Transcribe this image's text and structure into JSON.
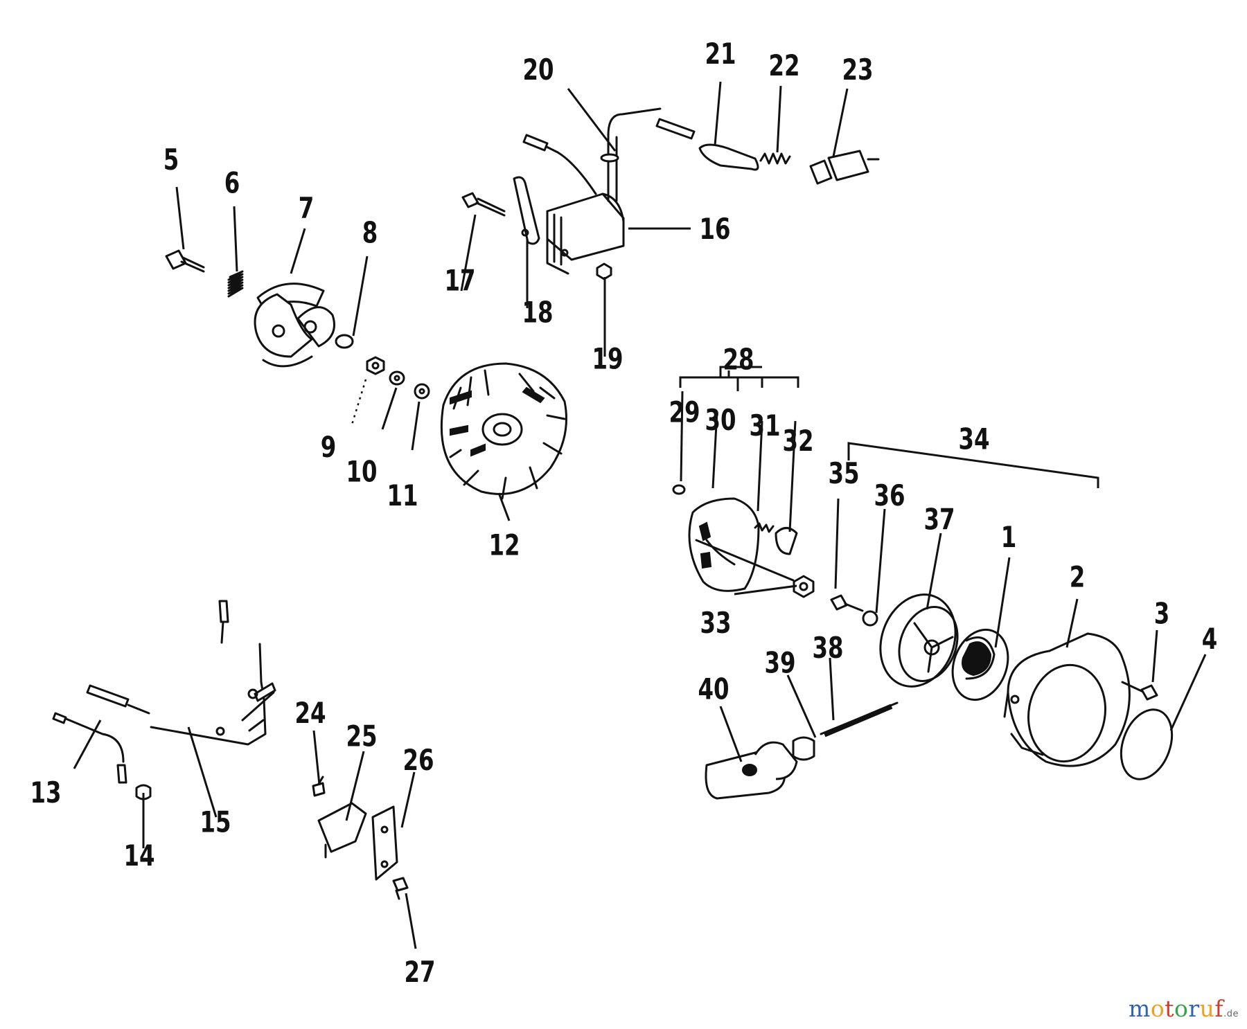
{
  "callouts": [
    "1",
    "2",
    "3",
    "4",
    "5",
    "6",
    "7",
    "8",
    "9",
    "10",
    "11",
    "12",
    "13",
    "14",
    "15",
    "16",
    "17",
    "18",
    "19",
    "20",
    "21",
    "22",
    "23",
    "24",
    "25",
    "26",
    "27",
    "28",
    "29",
    "30",
    "31",
    "32",
    "33",
    "34",
    "35",
    "36",
    "37",
    "38",
    "39",
    "40"
  ],
  "watermark": {
    "text": "motoruf",
    "tld": ".de",
    "colors": [
      "#2f63b8",
      "#f0a122",
      "#d23a2a",
      "#36a34a"
    ]
  }
}
